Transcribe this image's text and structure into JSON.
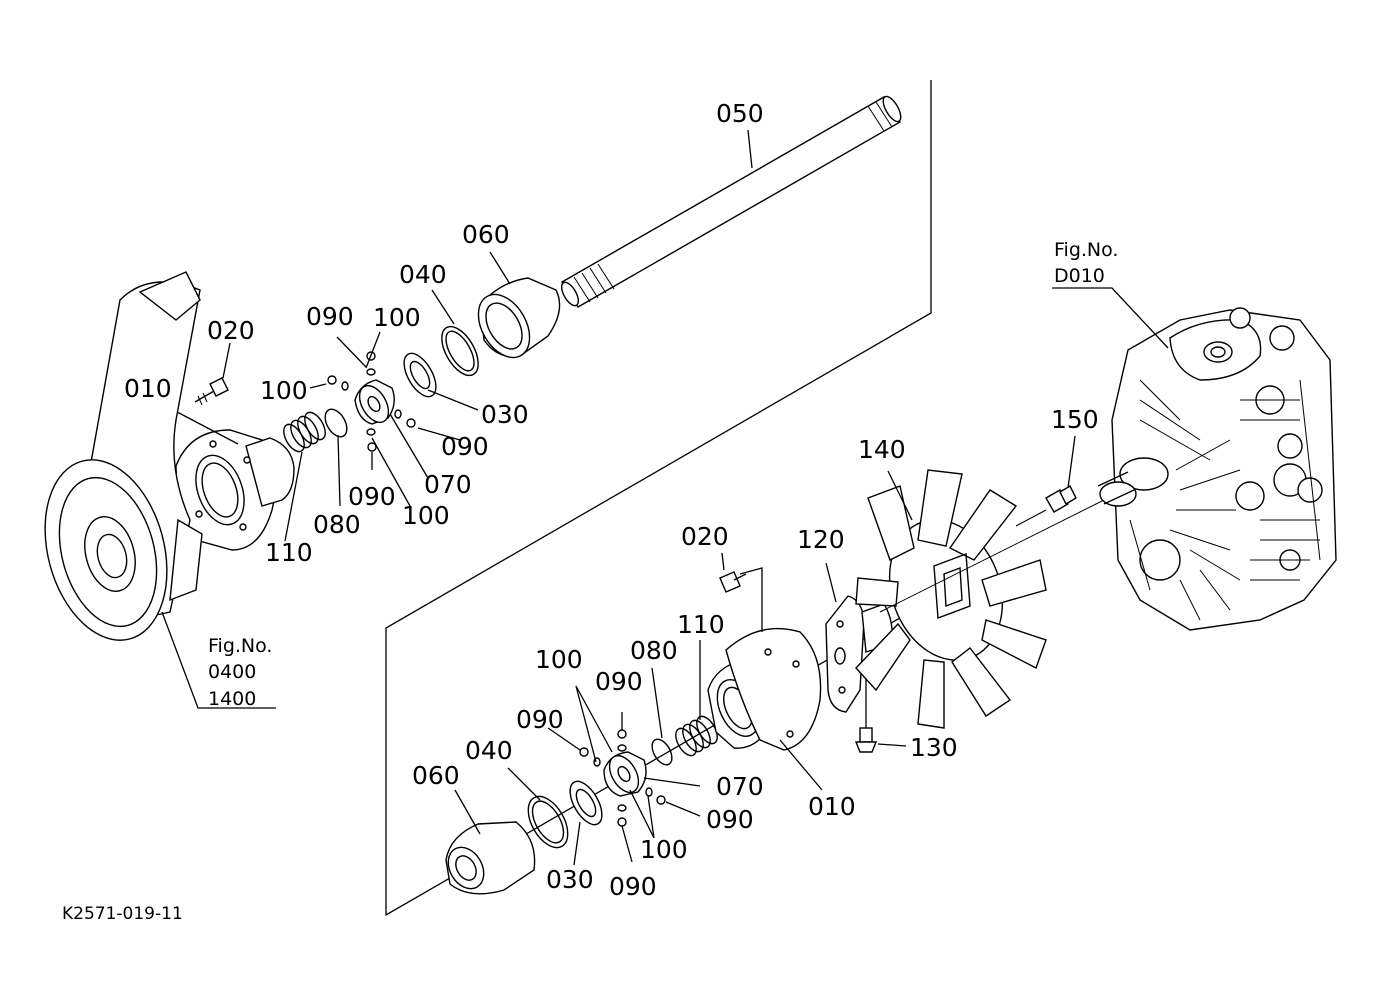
{
  "labels": {
    "p050": "050",
    "p060_top": "060",
    "p040_top": "040",
    "p020_top": "020",
    "p010_top": "010",
    "p090_top_a": "090",
    "p100_top_a": "100",
    "p100_top_b": "100",
    "p030_top": "030",
    "p090_top_b": "090",
    "p070_top": "070",
    "p090_top_c": "090",
    "p100_top_c": "100",
    "p080_top": "080",
    "p110_top": "110",
    "p150": "150",
    "p140": "140",
    "p120": "120",
    "p020_bot": "020",
    "p110_bot": "110",
    "p080_bot": "080",
    "p100_bot_a": "100",
    "p090_bot_a": "090",
    "p090_bot_b": "090",
    "p040_bot": "040",
    "p060_bot": "060",
    "p070_bot": "070",
    "p090_bot_c": "090",
    "p100_bot_b": "100",
    "p030_bot": "030",
    "p090_bot_d": "090",
    "p010_bot": "010",
    "p130": "130"
  },
  "fig_refs": {
    "transmission": {
      "title": "Fig.No.",
      "number": "D010"
    },
    "pulley": {
      "title": "Fig.No.",
      "line1": "0400",
      "line2": "1400"
    }
  },
  "drawing_code": "K2571-019-11"
}
